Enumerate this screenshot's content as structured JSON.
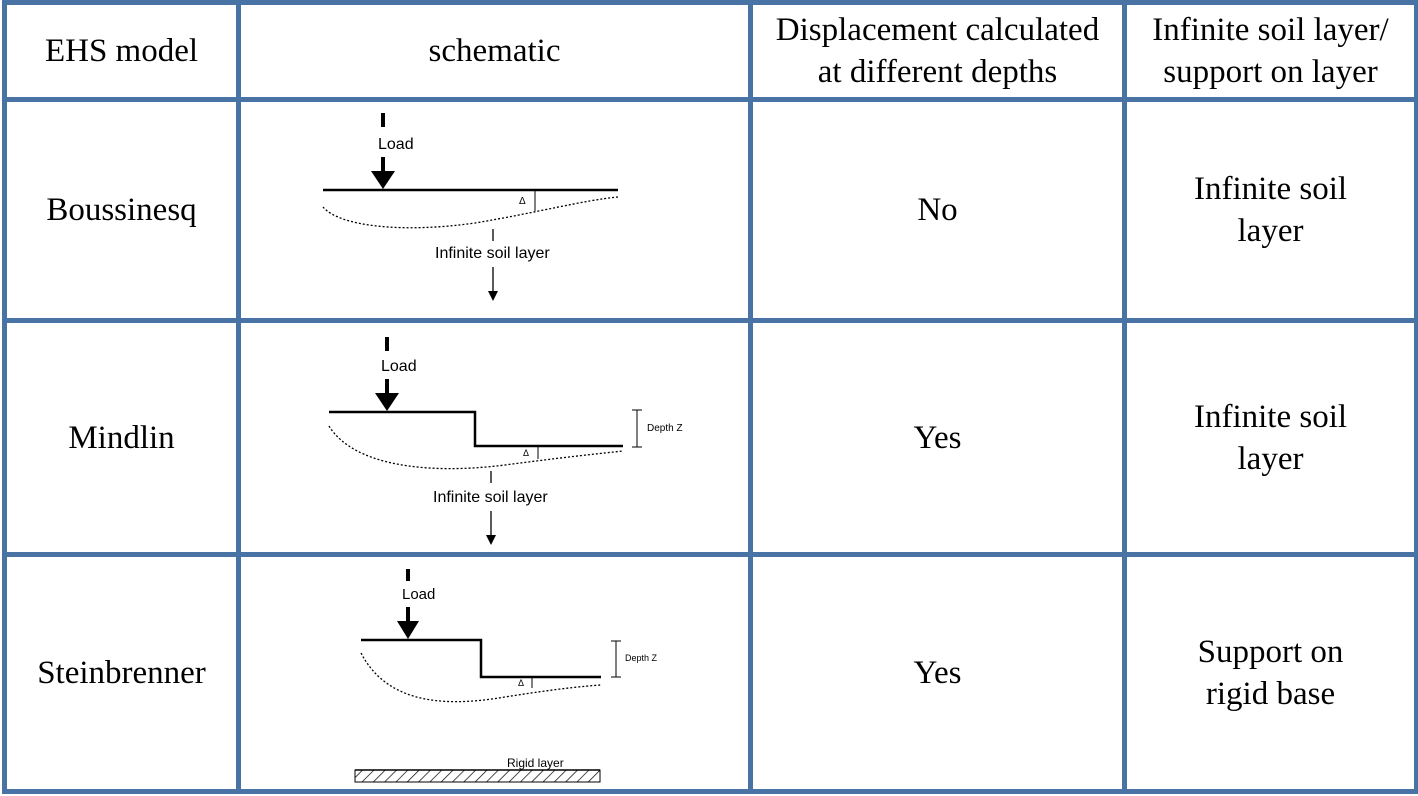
{
  "headers": {
    "model": "EHS model",
    "schematic": "schematic",
    "displacement_line1": "Displacement calculated",
    "displacement_line2": "at different depths",
    "support_line1": "Infinite soil layer/",
    "support_line2": "support on layer"
  },
  "rows": [
    {
      "model": "Boussinesq",
      "displacement": "No",
      "support_line1": "Infinite soil",
      "support_line2": "layer",
      "schematic": {
        "load_label": "Load",
        "delta_label": "Δ",
        "layer_label": "Infinite soil layer"
      }
    },
    {
      "model": "Mindlin",
      "displacement": "Yes",
      "support_line1": "Infinite soil",
      "support_line2": "layer",
      "schematic": {
        "load_label": "Load",
        "delta_label": "Δ",
        "depth_label": "Depth Z",
        "layer_label": "Infinite soil layer"
      }
    },
    {
      "model": "Steinbrenner",
      "displacement": "Yes",
      "support_line1": "Support on",
      "support_line2": "rigid base",
      "schematic": {
        "load_label": "Load",
        "delta_label": "Δ",
        "depth_label": "Depth Z",
        "base_label": "Rigid layer"
      }
    }
  ],
  "colors": {
    "border": "#4a73a5"
  }
}
